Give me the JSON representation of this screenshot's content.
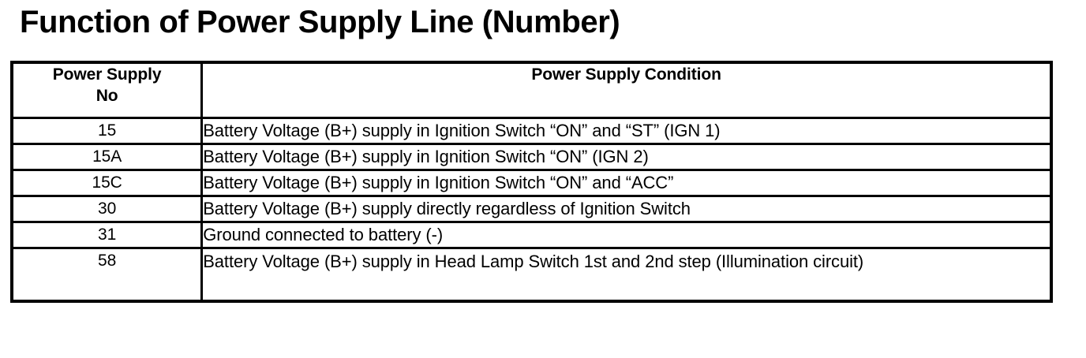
{
  "document": {
    "title": "Function of Power Supply Line (Number)",
    "colors": {
      "background": "#ffffff",
      "text": "#000000",
      "border": "#000000"
    }
  },
  "table": {
    "headers": {
      "col1_line1": "Power Supply",
      "col1_line2": "No",
      "col2": "Power Supply Condition"
    },
    "rows": [
      {
        "no": "15",
        "condition": "Battery Voltage (B+) supply in Ignition Switch “ON” and “ST” (IGN 1)"
      },
      {
        "no": "15A",
        "condition": "Battery Voltage (B+) supply in Ignition Switch “ON” (IGN 2)"
      },
      {
        "no": "15C",
        "condition": "Battery Voltage (B+) supply in Ignition Switch “ON” and “ACC”"
      },
      {
        "no": "30",
        "condition": "Battery Voltage (B+) supply directly regardless of Ignition Switch"
      },
      {
        "no": "31",
        "condition": "Ground connected to battery (-)"
      },
      {
        "no": "58",
        "condition": "Battery Voltage (B+) supply in Head Lamp Switch 1st and 2nd step (Illumination circuit)"
      }
    ]
  }
}
